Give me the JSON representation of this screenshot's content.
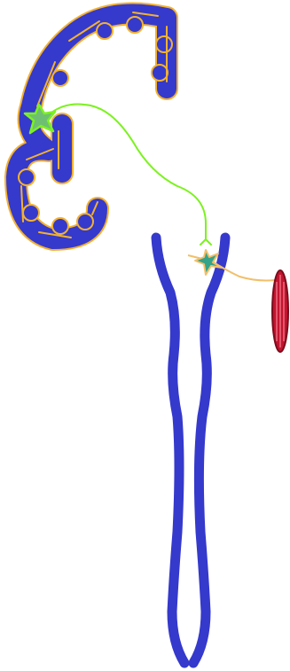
{
  "colors": {
    "background": "#ffffff",
    "neural_tissue": "#3539cc",
    "tissue_outline": "#f2b131",
    "upper_neuron": "#7cf21f",
    "lower_neuron": "#f2bf6a",
    "muscle_fill": "#c3142f",
    "muscle_stroke": "#7b0c1c",
    "muscle_striation": "#ff9aa9"
  },
  "diagram": {
    "elements": [
      {
        "name": "cerebral-cortex",
        "kind": "brain-section"
      },
      {
        "name": "spinal-cord",
        "kind": "cord"
      },
      {
        "name": "upper-motor-neuron",
        "kind": "neuron"
      },
      {
        "name": "lower-motor-neuron",
        "kind": "neuron"
      },
      {
        "name": "skeletal-muscle",
        "kind": "muscle"
      }
    ]
  }
}
